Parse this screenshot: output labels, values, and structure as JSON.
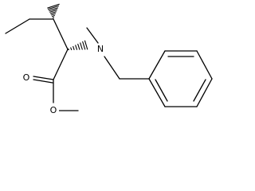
{
  "molecule": {
    "atoms": {
      "nitrogen": "N",
      "carbonyl_oxygen": "O",
      "ester_oxygen": "O"
    },
    "stereo_bond_style": "hashed-wedge"
  }
}
